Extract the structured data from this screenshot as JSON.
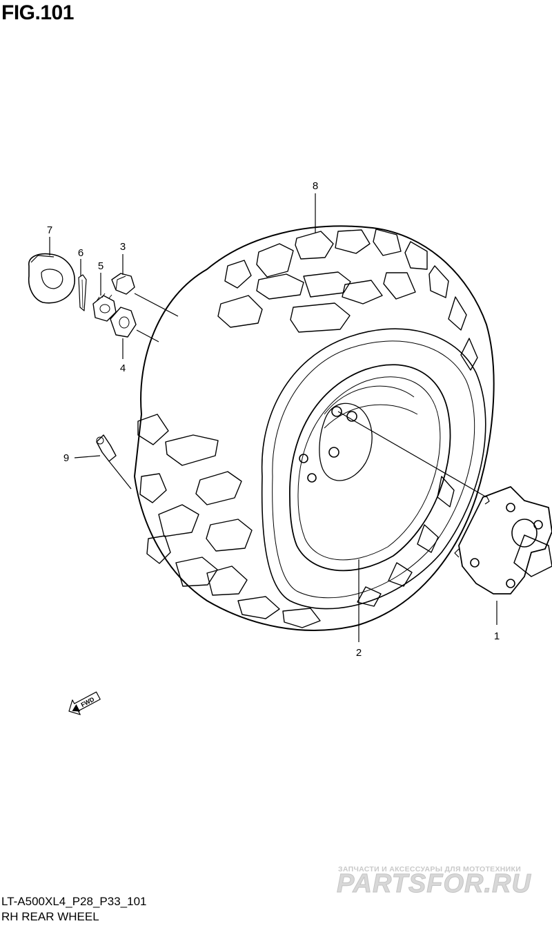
{
  "figure": {
    "title": "FIG.101",
    "model_code": "LT-A500XL4_P28_P33_101",
    "caption": "RH REAR WHEEL"
  },
  "callouts": [
    {
      "id": "callout-1",
      "label": "1"
    },
    {
      "id": "callout-2",
      "label": "2"
    },
    {
      "id": "callout-3",
      "label": "3"
    },
    {
      "id": "callout-4",
      "label": "4"
    },
    {
      "id": "callout-5",
      "label": "5"
    },
    {
      "id": "callout-6",
      "label": "6"
    },
    {
      "id": "callout-7",
      "label": "7"
    },
    {
      "id": "callout-8",
      "label": "8"
    },
    {
      "id": "callout-9",
      "label": "9"
    }
  ],
  "direction_marker": {
    "label": "FWD"
  },
  "watermark": {
    "tagline": "ЗАПЧАСТИ И АКСЕССУАРЫ ДЛЯ МОТОТЕХНИКИ",
    "logo_text": "PARTSFOR.RU",
    "color": "#c9c9c9"
  }
}
